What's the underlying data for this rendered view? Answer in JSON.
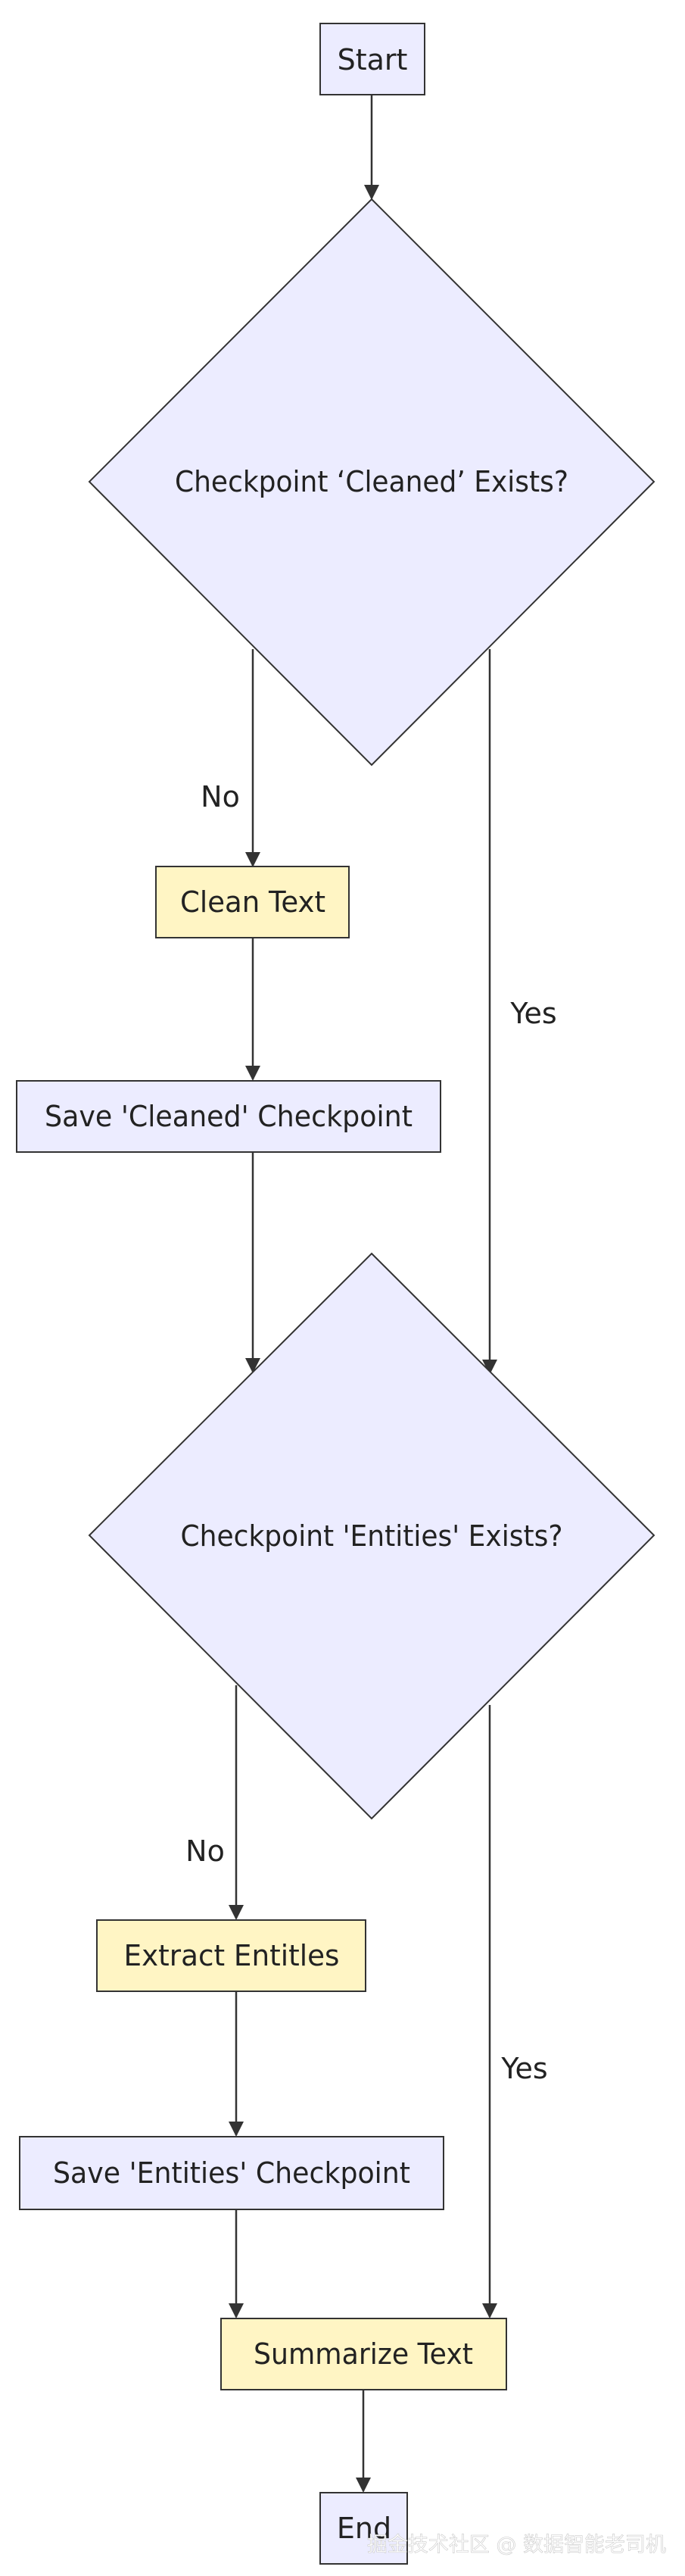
{
  "nodes": {
    "start": "Start",
    "check_cleaned": "Checkpoint ‘Cleaned’ Exists?",
    "clean_text": "Clean Text",
    "save_cleaned": "Save 'Cleaned' Checkpoint",
    "check_entities": "Checkpoint 'Entities' Exists?",
    "extract_entities": "Extract Entitles",
    "save_entities": "Save 'Entities' Checkpoint",
    "summarize": "Summarize Text",
    "end": "End"
  },
  "edges": {
    "cleaned_no": "No",
    "cleaned_yes": "Yes",
    "entities_no": "No",
    "entities_yes": "Yes"
  },
  "watermark": "掘金技术社区 @ 数据智能老司机",
  "colors": {
    "process_fill": "#ECECFF",
    "action_fill": "#FFF5C4",
    "stroke": "#333333"
  }
}
